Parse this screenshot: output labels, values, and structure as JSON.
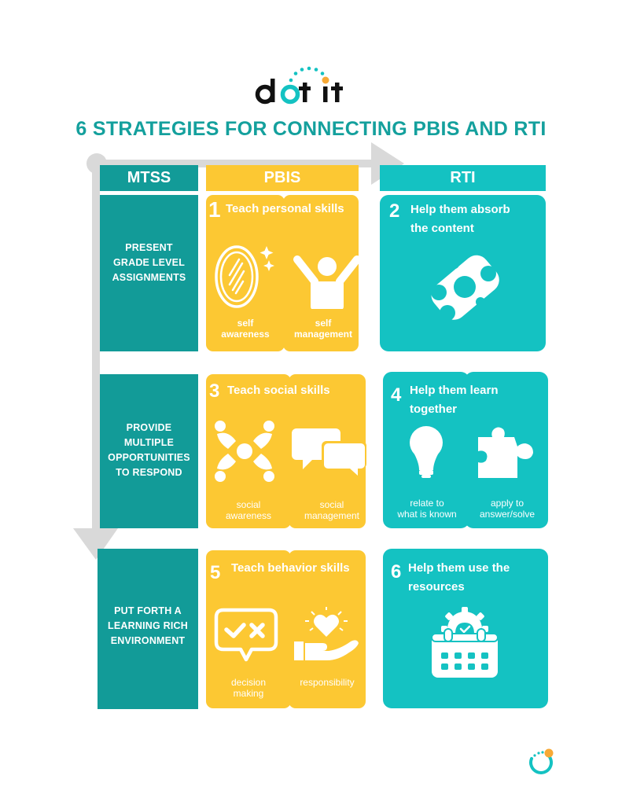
{
  "brand": {
    "logo_text_left": "d",
    "logo_text_o": "o",
    "logo_text_right": "t it",
    "logo_alt": "dot it",
    "colors": {
      "teal_dark": "#129b98",
      "teal_title": "#14a09d",
      "cyan": "#14c2c2",
      "yellow": "#fcc833",
      "orange": "#f7a935",
      "gray_arrow": "#d9d9d9"
    }
  },
  "title": "6 STRATEGIES FOR CONNECTING PBIS AND RTI",
  "headers": {
    "mtss": "MTSS",
    "pbis": "PBIS",
    "rti": "RTI"
  },
  "rows": [
    {
      "mtss_label": [
        "PRESENT",
        "GRADE LEVEL",
        "ASSIGNMENTS"
      ],
      "pbis": {
        "number": "1",
        "title": "Teach personal skills",
        "items": [
          {
            "icon": "mirror-icon",
            "label": [
              "self",
              "awareness"
            ]
          },
          {
            "icon": "person-arms-raised-icon",
            "label": [
              "self",
              "management"
            ]
          }
        ]
      },
      "rti": {
        "number": "2",
        "title": [
          "Help them absorb",
          "the content"
        ],
        "icon": "sponge-icon"
      }
    },
    {
      "mtss_label": [
        "PROVIDE",
        "MULTIPLE",
        "OPPORTUNITIES",
        "TO RESPOND"
      ],
      "pbis": {
        "number": "3",
        "title": "Teach social skills",
        "items": [
          {
            "icon": "group-circle-icon",
            "label": [
              "social",
              "awareness"
            ]
          },
          {
            "icon": "chat-bubbles-icon",
            "label": [
              "social",
              "management"
            ]
          }
        ]
      },
      "rti": {
        "number": "4",
        "title": [
          "Help them learn",
          "together"
        ],
        "items": [
          {
            "icon": "lightbulb-icon",
            "label": [
              "relate to",
              "what is known"
            ]
          },
          {
            "icon": "puzzle-piece-icon",
            "label": [
              "apply to",
              "answer/solve"
            ]
          }
        ]
      }
    },
    {
      "mtss_label": [
        "PUT FORTH A",
        "LEARNING RICH",
        "ENVIRONMENT"
      ],
      "pbis": {
        "number": "5",
        "title": "Teach behavior skills",
        "items": [
          {
            "icon": "check-x-speech-bubble-icon",
            "label": [
              "decision",
              "making"
            ]
          },
          {
            "icon": "heart-in-hand-icon",
            "label": [
              "responsibility"
            ]
          }
        ]
      },
      "rti": {
        "number": "6",
        "title": [
          "Help them use the",
          "resources"
        ],
        "icon": "calendar-gear-icon"
      }
    }
  ]
}
